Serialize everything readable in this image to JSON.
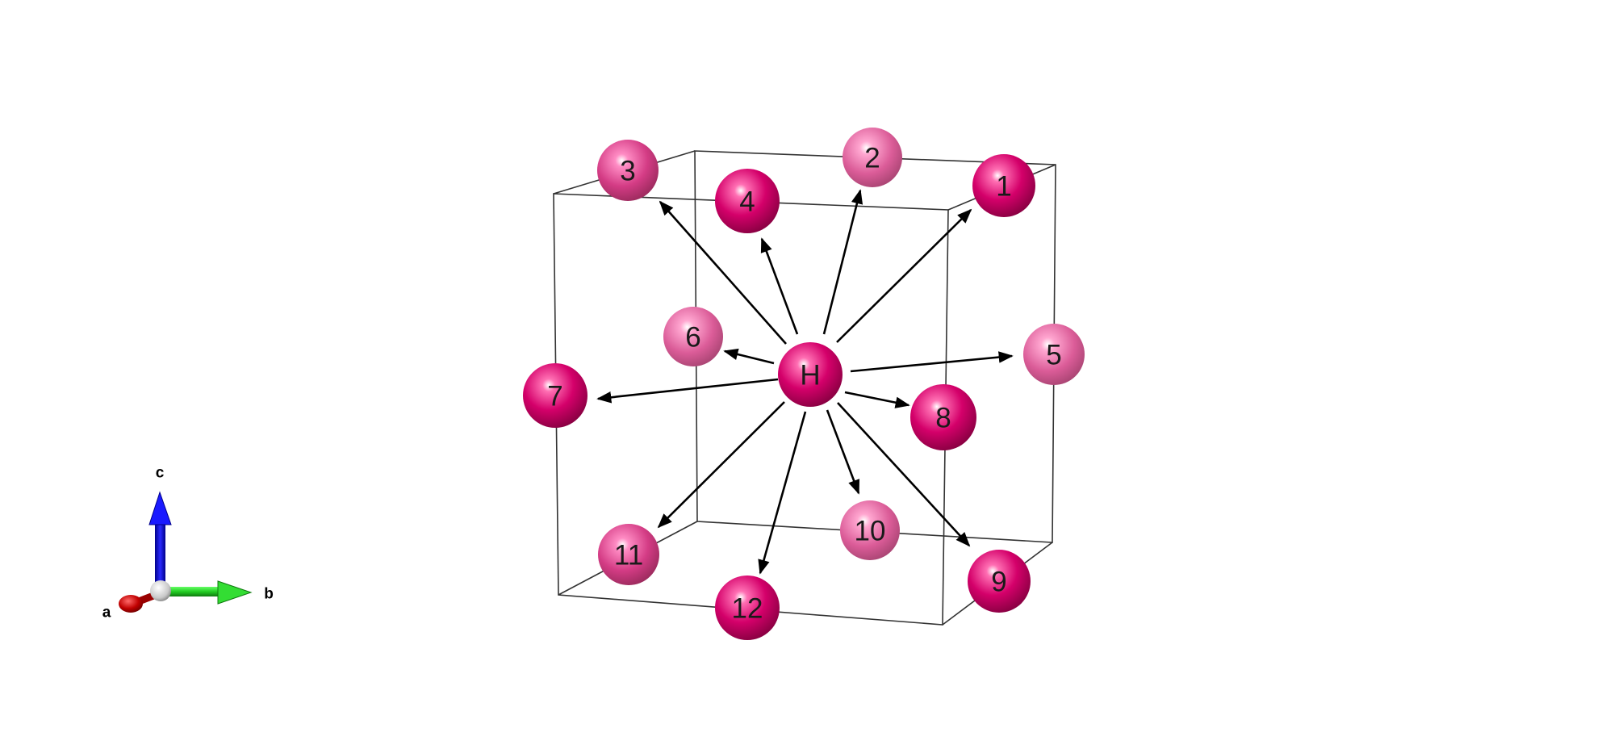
{
  "diagram": {
    "center_atom": {
      "label": "H"
    },
    "atoms": [
      {
        "id": "atom-1",
        "label": "1",
        "shade": "dark"
      },
      {
        "id": "atom-2",
        "label": "2",
        "shade": "light"
      },
      {
        "id": "atom-3",
        "label": "3",
        "shade": "mid"
      },
      {
        "id": "atom-4",
        "label": "4",
        "shade": "dark"
      },
      {
        "id": "atom-5",
        "label": "5",
        "shade": "light"
      },
      {
        "id": "atom-6",
        "label": "6",
        "shade": "light"
      },
      {
        "id": "atom-7",
        "label": "7",
        "shade": "dark"
      },
      {
        "id": "atom-8",
        "label": "8",
        "shade": "dark"
      },
      {
        "id": "atom-9",
        "label": "9",
        "shade": "dark"
      },
      {
        "id": "atom-10",
        "label": "10",
        "shade": "light"
      },
      {
        "id": "atom-11",
        "label": "11",
        "shade": "mid"
      },
      {
        "id": "atom-12",
        "label": "12",
        "shade": "dark"
      }
    ],
    "colors": {
      "atom_dark": "#c8005e",
      "atom_mid": "#d22e7a",
      "atom_light": "#dc5594",
      "arrow": "#000000",
      "cell_edge": "#333333"
    }
  },
  "axes": {
    "a_label": "a",
    "b_label": "b",
    "c_label": "c",
    "colors": {
      "a": "#c00000",
      "b": "#22cc22",
      "c": "#1010e0",
      "origin": "#cfcfcf"
    }
  }
}
